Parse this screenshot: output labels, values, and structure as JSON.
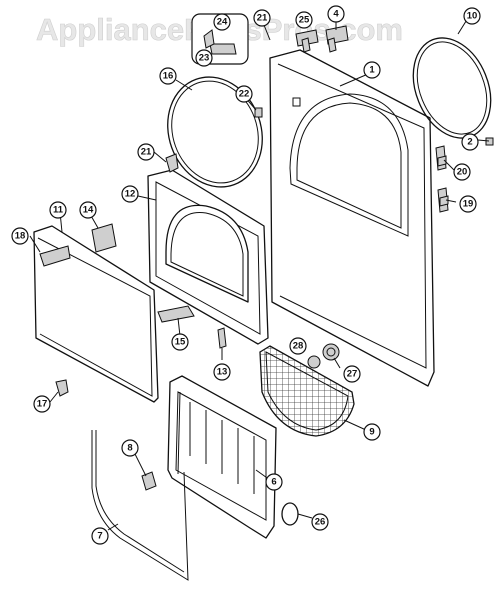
{
  "watermark": "AppliancePartsPros.com",
  "callouts": {
    "c1": "1",
    "c2": "2",
    "c4": "4",
    "c6": "6",
    "c7": "7",
    "c8": "8",
    "c9": "9",
    "c10": "10",
    "c11": "11",
    "c12": "12",
    "c13": "13",
    "c14": "14",
    "c15": "15",
    "c16": "16",
    "c17": "17",
    "c18": "18",
    "c19": "19",
    "c20": "20",
    "c21a": "21",
    "c21b": "21",
    "c22": "22",
    "c23": "23",
    "c24": "24",
    "c25": "25",
    "c26": "26",
    "c27": "27",
    "c28": "28"
  }
}
